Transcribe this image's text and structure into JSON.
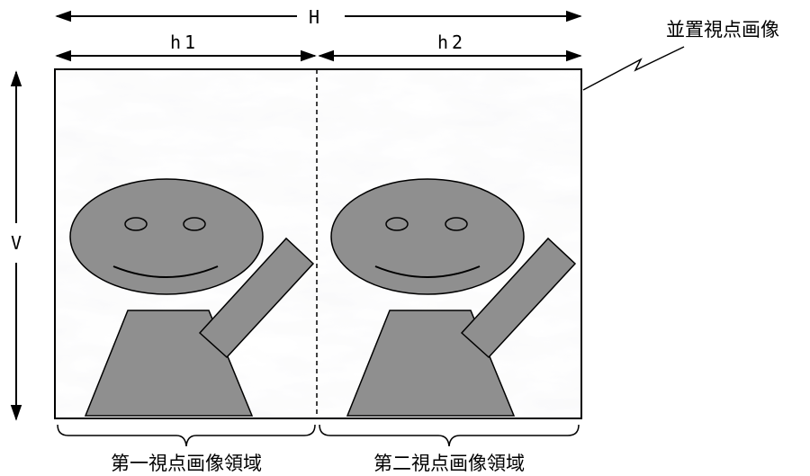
{
  "labels": {
    "H": "H",
    "h1": "h1",
    "h2": "h2",
    "V": "V",
    "image_name": "並置視点画像",
    "region1": "第一視点画像領域",
    "region2": "第二視点画像領域"
  },
  "colors": {
    "figure_fill": "#8f8f8f",
    "figure_stroke": "#000000",
    "background_texture": "#e9e9ea",
    "line": "#000000"
  }
}
